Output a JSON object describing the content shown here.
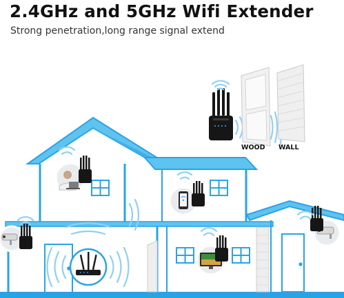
{
  "header": {
    "title": "2.4GHz and 5GHz Wifi Extender",
    "subtitle": "Strong penetration,long range signal extend"
  },
  "materials": {
    "wood_label": "WOOD",
    "wall_label": "WALL"
  },
  "colors": {
    "house_outline": "#29a3e6",
    "roof_fill": "#5fc3f0",
    "wall_fill": "#ffffff",
    "signal_wave": "#8fd0f2",
    "device": "#161616",
    "title_text": "#111111"
  },
  "icons": [
    "wifi-extender-icon",
    "wifi-signal-icon",
    "wood-door-icon",
    "brick-wall-icon",
    "wifi-router-icon",
    "laptop-icon",
    "smartphone-icon",
    "security-camera-icon",
    "television-icon",
    "window-icon",
    "door-icon"
  ]
}
